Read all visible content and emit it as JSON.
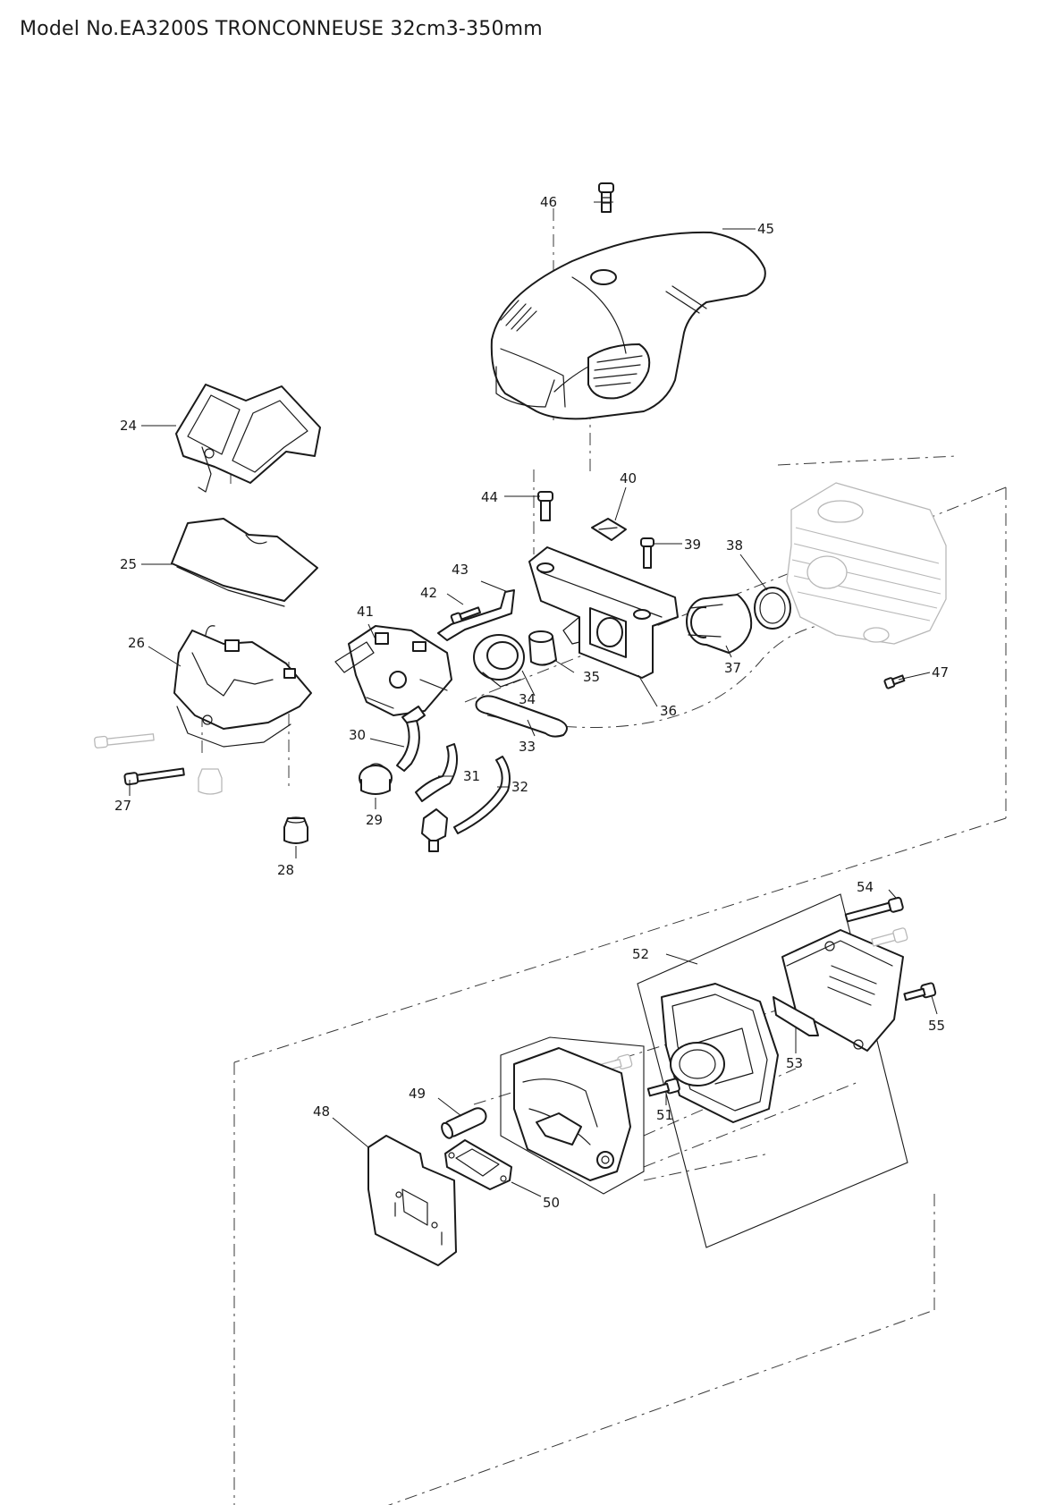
{
  "title": "Model No.EA3200S TRONCONNEUSE 32cm3-350mm",
  "parts": [
    {
      "id": "label-24",
      "number": "24"
    },
    {
      "id": "label-25",
      "number": "25"
    },
    {
      "id": "label-26",
      "number": "26"
    },
    {
      "id": "label-27",
      "number": "27"
    },
    {
      "id": "label-28",
      "number": "28"
    },
    {
      "id": "label-29",
      "number": "29"
    },
    {
      "id": "label-30",
      "number": "30"
    },
    {
      "id": "label-31",
      "number": "31"
    },
    {
      "id": "label-32",
      "number": "32"
    },
    {
      "id": "label-33",
      "number": "33"
    },
    {
      "id": "label-34",
      "number": "34"
    },
    {
      "id": "label-35",
      "number": "35"
    },
    {
      "id": "label-36",
      "number": "36"
    },
    {
      "id": "label-37",
      "number": "37"
    },
    {
      "id": "label-38",
      "number": "38"
    },
    {
      "id": "label-39",
      "number": "39"
    },
    {
      "id": "label-40",
      "number": "40"
    },
    {
      "id": "label-41",
      "number": "41"
    },
    {
      "id": "label-42",
      "number": "42"
    },
    {
      "id": "label-43",
      "number": "43"
    },
    {
      "id": "label-44",
      "number": "44"
    },
    {
      "id": "label-45",
      "number": "45"
    },
    {
      "id": "label-46",
      "number": "46"
    },
    {
      "id": "label-47",
      "number": "47"
    },
    {
      "id": "label-48",
      "number": "48"
    },
    {
      "id": "label-49",
      "number": "49"
    },
    {
      "id": "label-50",
      "number": "50"
    },
    {
      "id": "label-51",
      "number": "51"
    },
    {
      "id": "label-52",
      "number": "52"
    },
    {
      "id": "label-53",
      "number": "53"
    },
    {
      "id": "label-54",
      "number": "54"
    },
    {
      "id": "label-55",
      "number": "55"
    }
  ]
}
